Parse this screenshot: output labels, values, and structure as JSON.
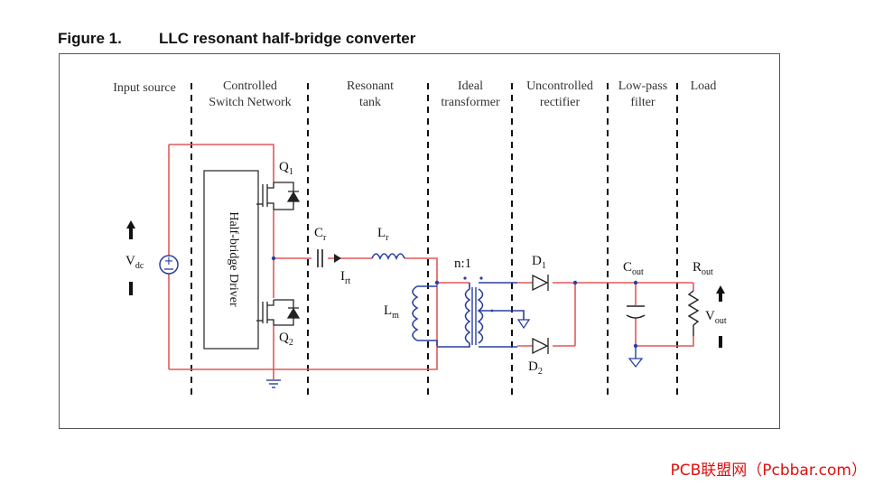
{
  "figure": {
    "number": "Figure 1.",
    "title": "LLC resonant half-bridge converter"
  },
  "stages": [
    {
      "line1": "Input source",
      "line2": ""
    },
    {
      "line1": "Controlled",
      "line2": "Switch Network"
    },
    {
      "line1": "Resonant",
      "line2": "tank"
    },
    {
      "line1": "Ideal",
      "line2": "transformer"
    },
    {
      "line1": "Uncontrolled",
      "line2": "rectifier"
    },
    {
      "line1": "Low-pass",
      "line2": "filter"
    },
    {
      "line1": "Load",
      "line2": ""
    }
  ],
  "components": {
    "vdc": {
      "main": "V",
      "sub": "dc"
    },
    "driver": "Half-bridge Driver",
    "q1": {
      "main": "Q",
      "sub": "1"
    },
    "q2": {
      "main": "Q",
      "sub": "2"
    },
    "cr": {
      "main": "C",
      "sub": "r"
    },
    "lr": {
      "main": "L",
      "sub": "r"
    },
    "irt": {
      "main": "I",
      "sub": "rt"
    },
    "lm": {
      "main": "L",
      "sub": "m"
    },
    "ratio": "n:1",
    "d1": {
      "main": "D",
      "sub": "1"
    },
    "d2": {
      "main": "D",
      "sub": "2"
    },
    "cout": {
      "main": "C",
      "sub": "out"
    },
    "rout": {
      "main": "R",
      "sub": "out"
    },
    "vout": {
      "main": "V",
      "sub": "out"
    }
  },
  "colors": {
    "wire": "#e05a5a",
    "blue": "#2a3fa0",
    "frame": "#555555",
    "watermark": "#e01010"
  },
  "watermark": "PCB联盟网（Pcbbar.com）"
}
